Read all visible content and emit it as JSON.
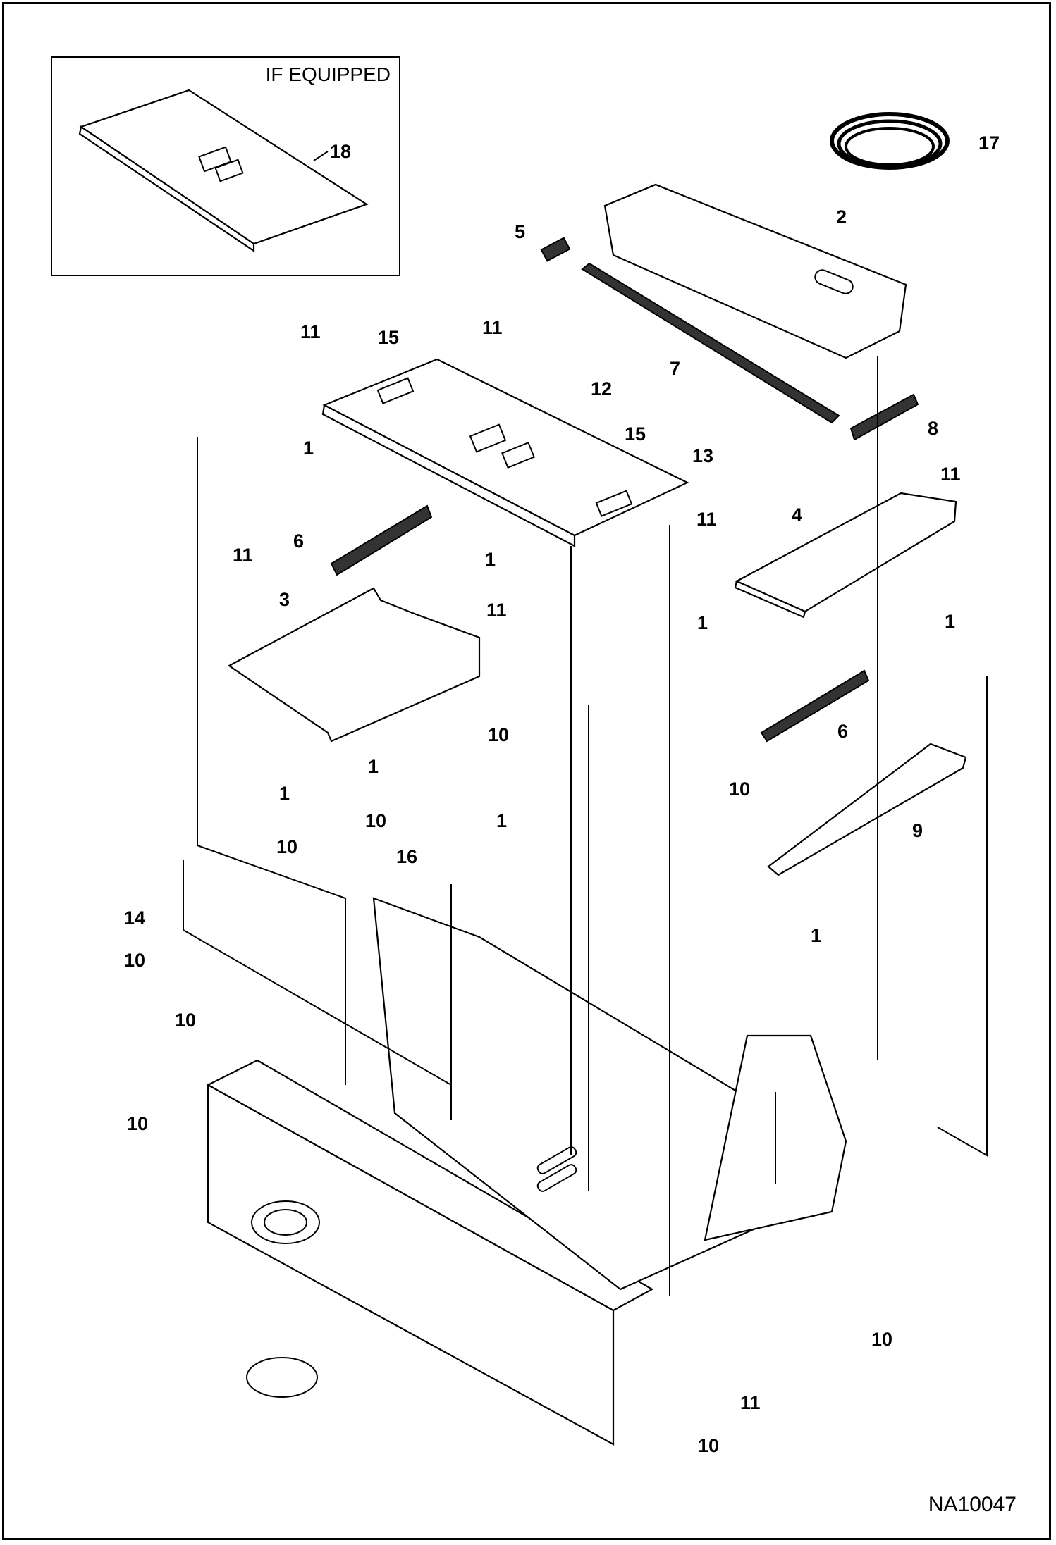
{
  "inset": {
    "label": "IF EQUIPPED"
  },
  "figure_id": "NA10047",
  "callouts": [
    {
      "label": "18"
    },
    {
      "label": "17"
    },
    {
      "label": "2"
    },
    {
      "label": "5"
    },
    {
      "label": "7"
    },
    {
      "label": "8"
    },
    {
      "label": "11"
    },
    {
      "label": "15"
    },
    {
      "label": "11"
    },
    {
      "label": "12"
    },
    {
      "label": "15"
    },
    {
      "label": "13"
    },
    {
      "label": "1"
    },
    {
      "label": "11"
    },
    {
      "label": "6"
    },
    {
      "label": "1"
    },
    {
      "label": "11"
    },
    {
      "label": "4"
    },
    {
      "label": "11"
    },
    {
      "label": "3"
    },
    {
      "label": "11"
    },
    {
      "label": "1"
    },
    {
      "label": "1"
    },
    {
      "label": "6"
    },
    {
      "label": "10"
    },
    {
      "label": "1"
    },
    {
      "label": "1"
    },
    {
      "label": "10"
    },
    {
      "label": "1"
    },
    {
      "label": "10"
    },
    {
      "label": "10"
    },
    {
      "label": "9"
    },
    {
      "label": "16"
    },
    {
      "label": "1"
    },
    {
      "label": "14"
    },
    {
      "label": "10"
    },
    {
      "label": "10"
    },
    {
      "label": "10"
    },
    {
      "label": "10"
    },
    {
      "label": "11"
    },
    {
      "label": "10"
    }
  ]
}
